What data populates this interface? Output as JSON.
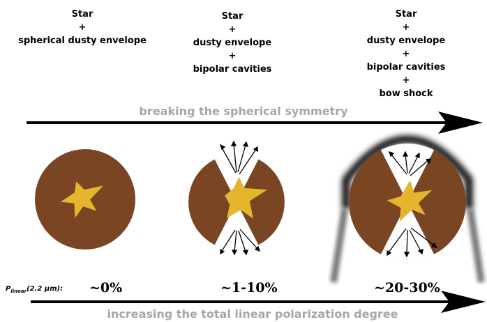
{
  "columns": [
    {
      "lines": [
        "Star",
        "+",
        "spherical dusty envelope"
      ]
    },
    {
      "lines": [
        "Star",
        "+",
        "dusty envelope",
        "+",
        "bipolar cavities"
      ]
    },
    {
      "lines": [
        "Star",
        "+",
        "dusty envelope",
        "+",
        "bipolar cavities",
        "+",
        "bow shock"
      ]
    }
  ],
  "top_arrow_label": "breaking the spherical symmetry",
  "bottom_arrow_label": "increasing the total linear polarization degree",
  "polarization": {
    "label_prefix": "P",
    "label_sub": "linear",
    "label_suffix": "(2.2 μm):",
    "values": [
      "~0%",
      "~1-10%",
      "~20-30%"
    ]
  },
  "colors": {
    "envelope": "#7a4522",
    "star": "#e6b52e",
    "top_label": "#a6a6a6",
    "bottom_label": "#a6a6a6",
    "arrow": "#000000",
    "bow_shock": "#1a1a1a"
  },
  "icons": [
    "star-icon",
    "spherical-envelope",
    "bipolar-cavity",
    "bow-shock"
  ]
}
